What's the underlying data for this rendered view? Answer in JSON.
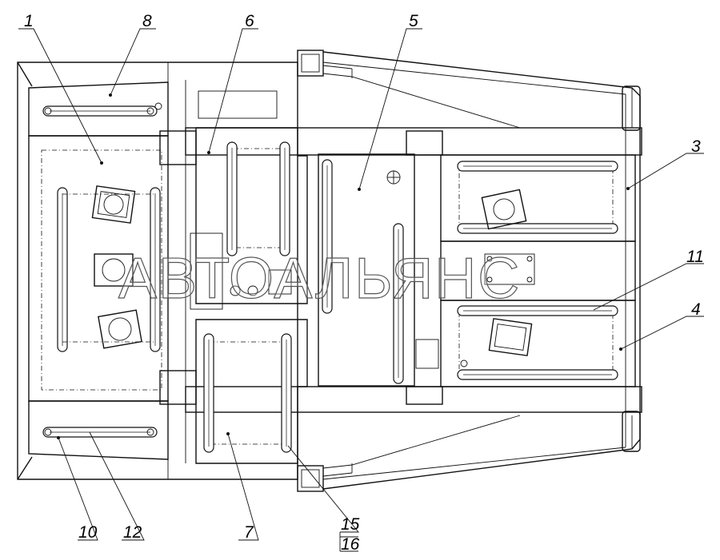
{
  "watermark": "АВТОАЛЬЯНС",
  "callouts": [
    {
      "id": "c1",
      "number": "1"
    },
    {
      "id": "c8",
      "number": "8"
    },
    {
      "id": "c6",
      "number": "6"
    },
    {
      "id": "c5",
      "number": "5"
    },
    {
      "id": "c3",
      "number": "3"
    },
    {
      "id": "c11",
      "number": "11"
    },
    {
      "id": "c4",
      "number": "4"
    },
    {
      "id": "c10",
      "number": "10"
    },
    {
      "id": "c12",
      "number": "12"
    },
    {
      "id": "c7",
      "number": "7"
    },
    {
      "id": "c15",
      "number": "15"
    },
    {
      "id": "c16",
      "number": "16"
    }
  ]
}
